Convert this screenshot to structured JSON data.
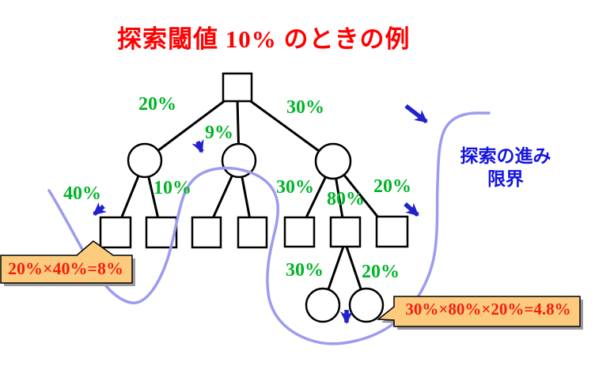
{
  "title": "探索閾値 10% のときの例",
  "edge_labels": [
    {
      "id": "root-to-left-circle",
      "text": "20%"
    },
    {
      "id": "root-to-middle-circle",
      "text": "9%"
    },
    {
      "id": "root-to-right-circle",
      "text": "30%"
    },
    {
      "id": "left-circle-to-leaf1",
      "text": "40%"
    },
    {
      "id": "left-circle-to-leaf2",
      "text": "10%"
    },
    {
      "id": "right-circle-to-leaf5",
      "text": "30%"
    },
    {
      "id": "right-circle-to-leaf6",
      "text": "80%"
    },
    {
      "id": "right-circle-to-leaf7",
      "text": "20%"
    },
    {
      "id": "leaf6-to-child-a",
      "text": "30%"
    },
    {
      "id": "leaf6-to-child-b",
      "text": "20%"
    }
  ],
  "boundary": {
    "label_line1": "探索の進み",
    "label_line2": "限界"
  },
  "callouts": {
    "left": "20%×40%=8%",
    "right": "30%×80%×20%=4.8%"
  },
  "icons": {
    "arrows": [
      "progress-arrow-near-9pct",
      "progress-arrow-near-40pct",
      "progress-arrow-top-right",
      "progress-arrow-near-20pct",
      "progress-arrow-bottom"
    ]
  },
  "colors": {
    "title": "#ff0000",
    "edge_label": "#00b428",
    "arrow": "#2222cc",
    "boundary_line": "#9b9bf0",
    "boundary_label": "#1414e0",
    "callout_fill": "#fccb7e",
    "callout_shadow": "#9a9aa0",
    "callout_text": "#f51d12",
    "node_stroke": "#000000"
  }
}
